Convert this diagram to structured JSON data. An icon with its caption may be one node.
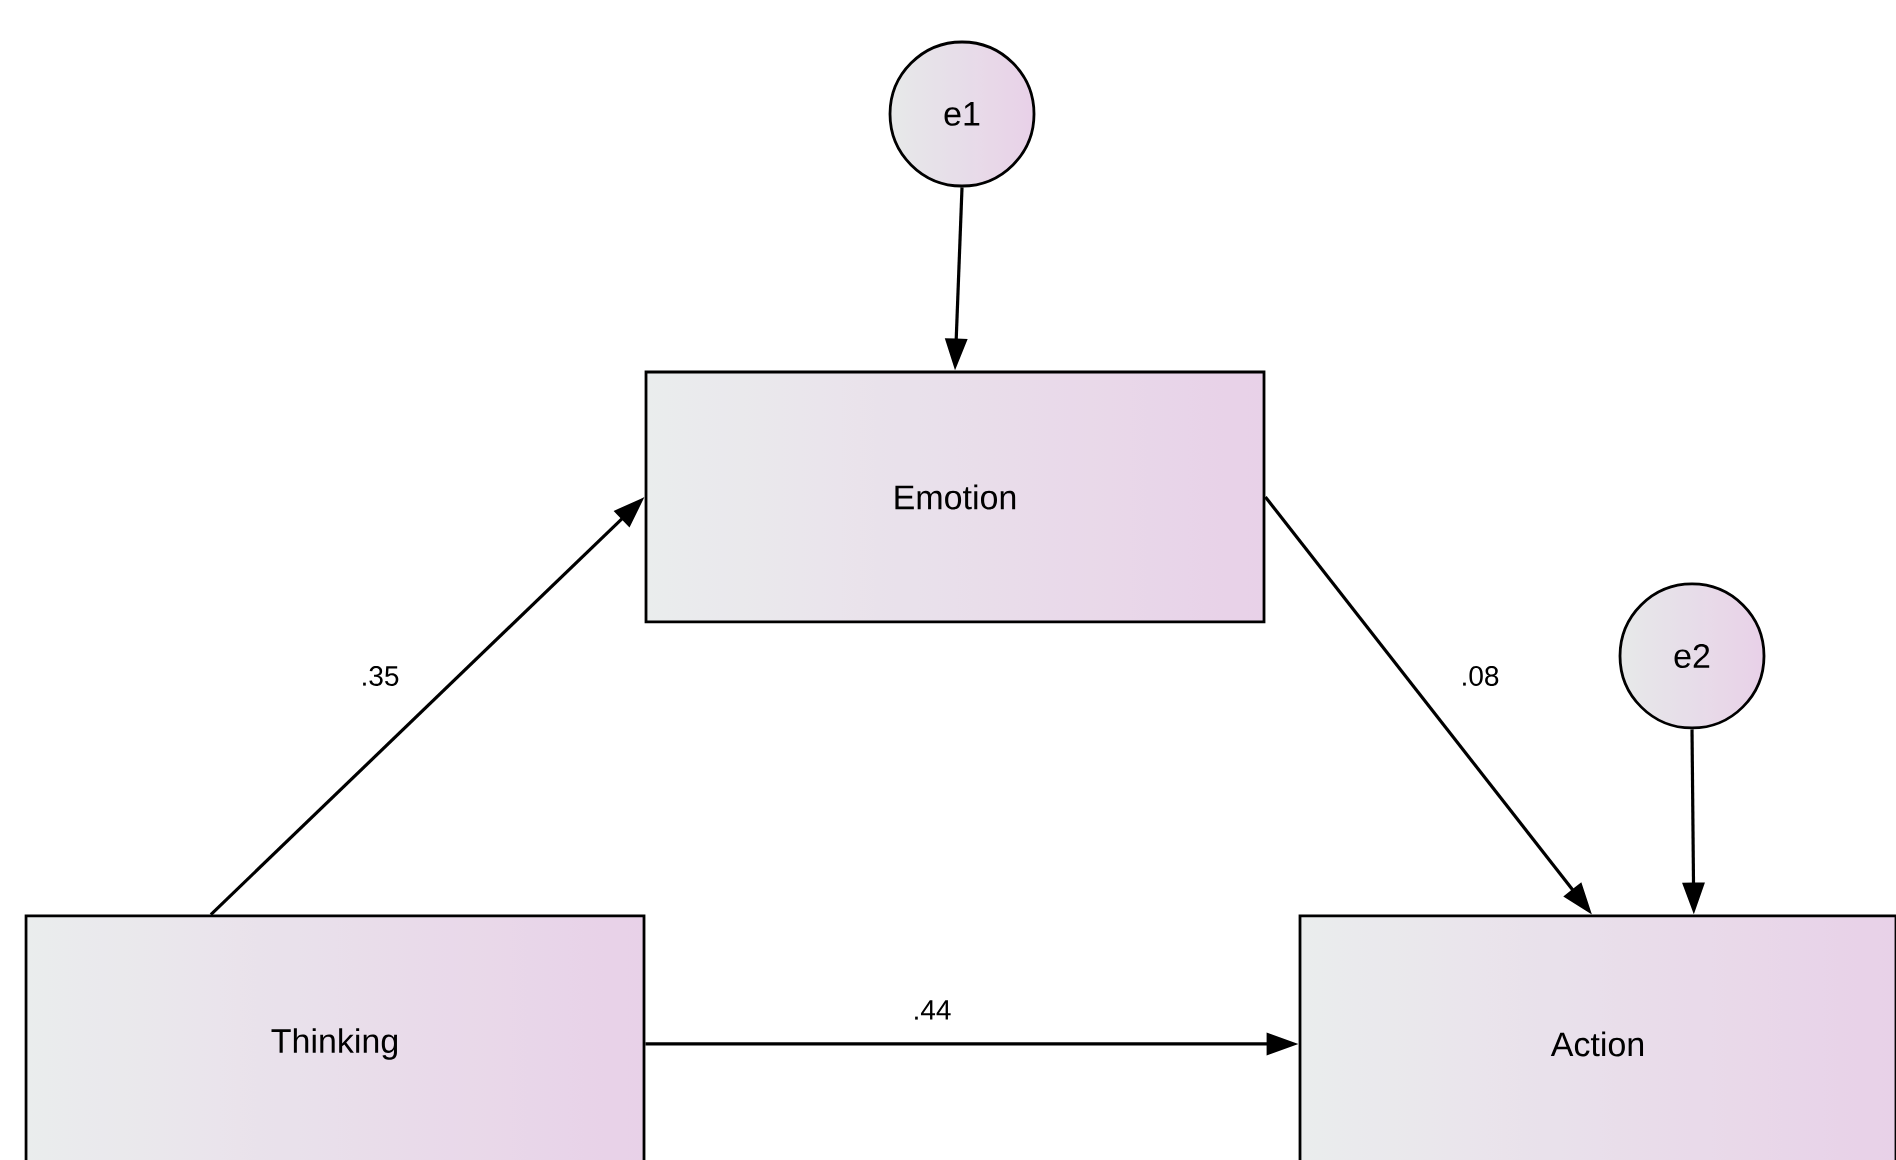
{
  "diagram": {
    "nodes": [
      {
        "text": [
          "e1"
        ]
      },
      {
        "text": [
          "Emotion"
        ]
      },
      {
        "text": [
          "e2"
        ]
      },
      {
        "text": [
          "Thinking"
        ]
      },
      {
        "text": [
          "Action"
        ]
      }
    ],
    "edges": [
      {
        "from": 0,
        "to": 1,
        "arrow": "to"
      },
      {
        "from": 3,
        "to": 1,
        "arrow": "to",
        "label": ".35"
      },
      {
        "from": 1,
        "to": 4,
        "arrow": "to",
        "label": ".08"
      },
      {
        "from": 2,
        "to": 4,
        "arrow": "to"
      },
      {
        "from": 3,
        "to": 4,
        "arrow": "to",
        "label": ".44"
      }
    ]
  }
}
